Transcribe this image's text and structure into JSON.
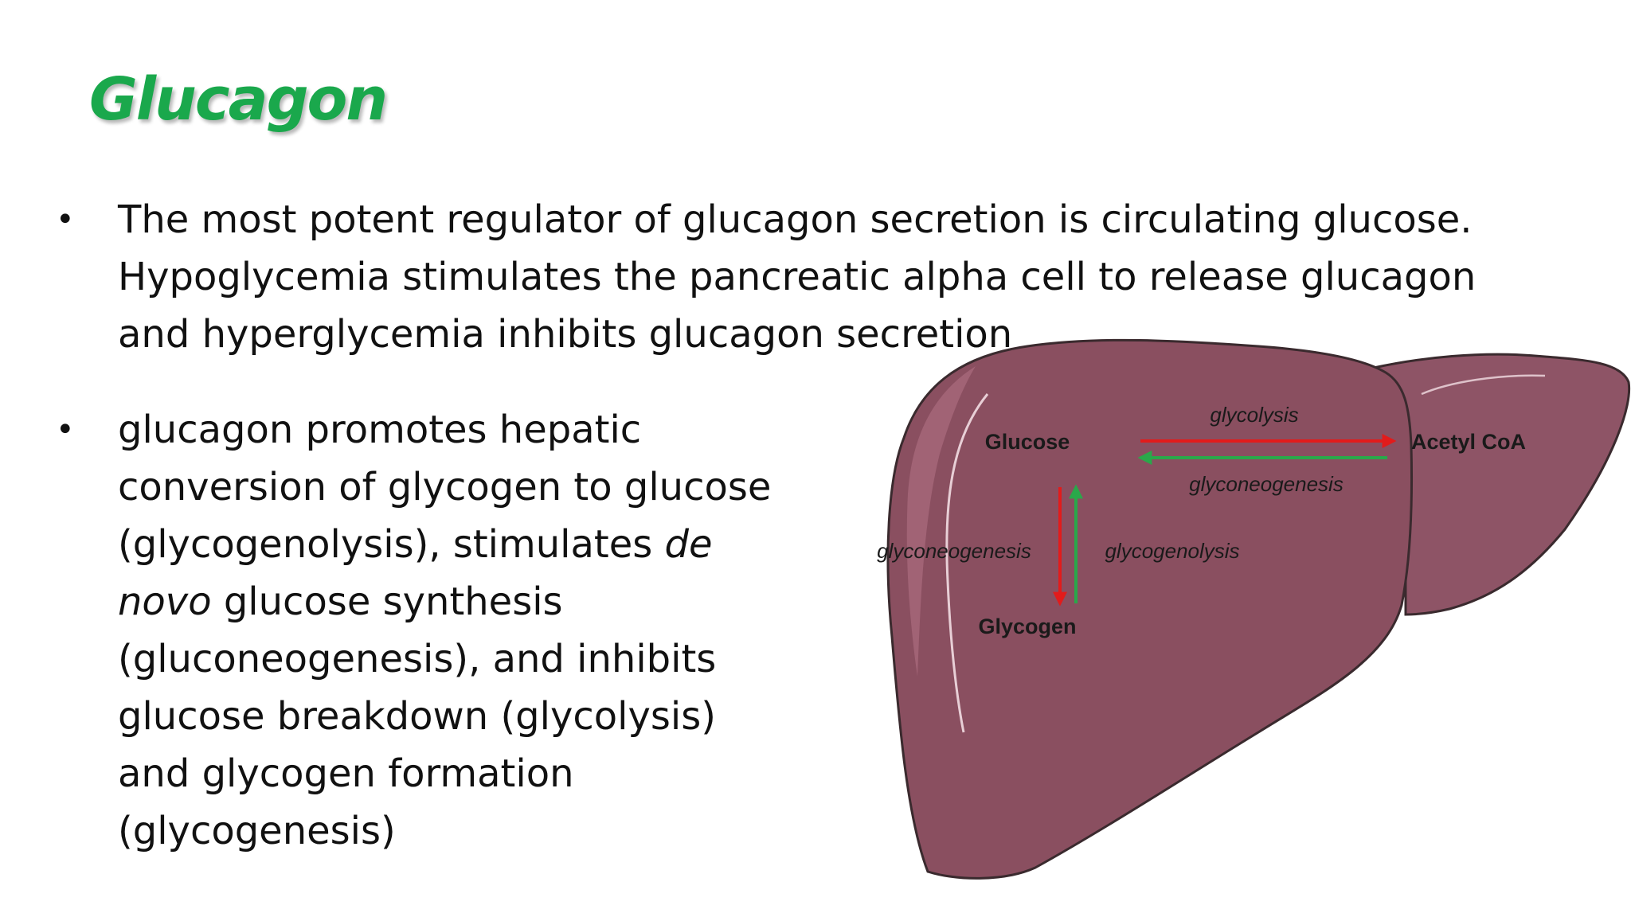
{
  "slide": {
    "title": "Glucagon",
    "bullets": [
      {
        "text": "The most potent regulator of glucagon secretion is circulating glucose. Hypoglycemia stimulates the pancreatic alpha cell to release glucagon and hyperglycemia inhibits glucagon secretion"
      },
      {
        "text_before": "glucagon promotes hepatic conversion of glycogen to glucose (glycogenolysis), stimulates ",
        "text_italic": "de novo",
        "text_after": " glucose synthesis (gluconeogenesis), and inhibits glucose breakdown (glycolysis) and glycogen formation (glycogenesis)"
      }
    ],
    "bullet_symbol": "•"
  },
  "diagram": {
    "nodes": {
      "glucose": "Glucose",
      "acetyl_coa": "Acetyl CoA",
      "glycogen": "Glycogen"
    },
    "edge_labels": {
      "glycolysis": "glycolysis",
      "glyconeogenesis_top": "glyconeogenesis",
      "glyconeogenesis_left": "glyconeogenesis",
      "glycogenolysis": "glycogenolysis"
    },
    "colors": {
      "liver_fill": "#8a4f60",
      "liver_outline": "#3a2a2e",
      "red_arrow": "#e21b1b",
      "green_arrow": "#2aa84a",
      "title_green": "#1aa84c"
    }
  }
}
